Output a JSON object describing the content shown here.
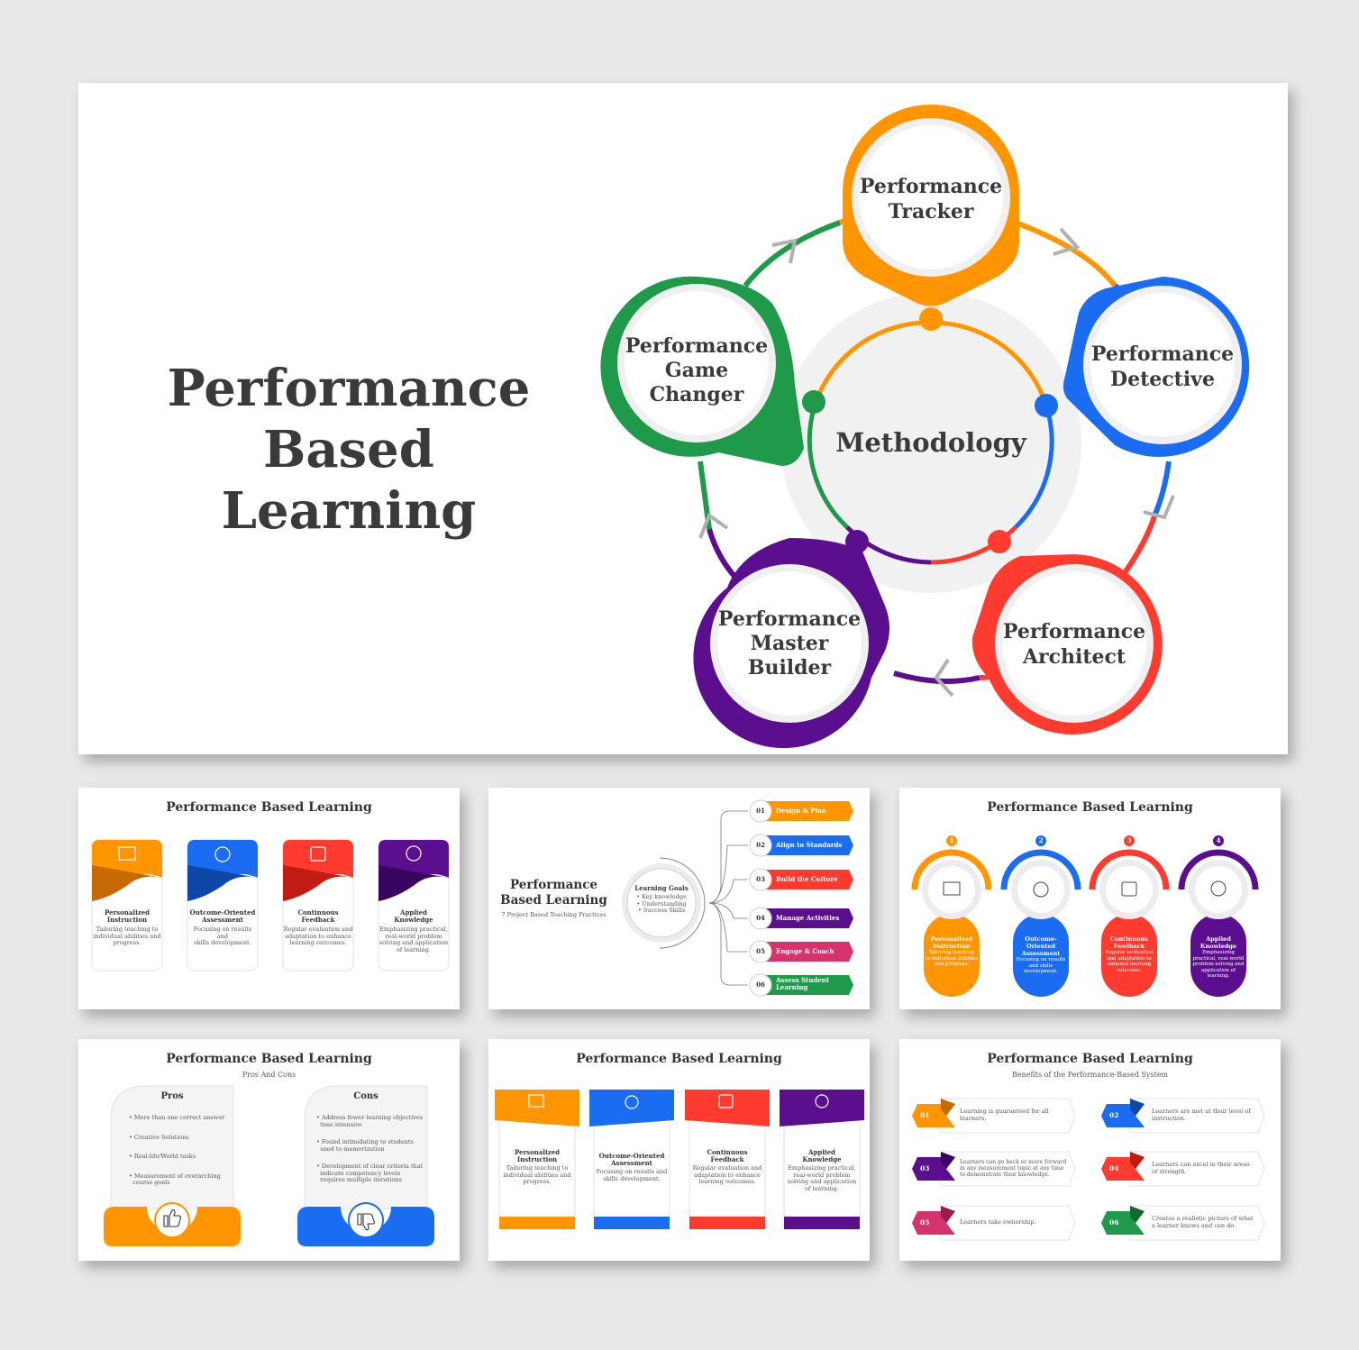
{
  "colors": {
    "orange": "#ff9500",
    "blue": "#1a6cf0",
    "red": "#ff3b30",
    "purple": "#5b0f8f",
    "green": "#1e9a4a",
    "pink": "#d6336c",
    "text": "#3a3a3a"
  },
  "main": {
    "title_line1": "Performance",
    "title_line2": "Based Learning",
    "center": "Methodology",
    "nodes": [
      {
        "line1": "Performance",
        "line2": "Tracker",
        "line3": ""
      },
      {
        "line1": "Performance",
        "line2": "Detective",
        "line3": ""
      },
      {
        "line1": "Performance",
        "line2": "Architect",
        "line3": ""
      },
      {
        "line1": "Performance",
        "line2": "Master",
        "line3": "Builder"
      },
      {
        "line1": "Performance",
        "line2": "Game",
        "line3": "Changer"
      }
    ]
  },
  "s1": {
    "title": "Performance Based Learning",
    "cards": [
      {
        "title1": "Personalized",
        "title2": "Instruction",
        "desc": [
          "Tailoring teaching to",
          "individual abilities and",
          "progress."
        ],
        "icon": "teacher-board-icon"
      },
      {
        "title1": "Outcome-Oriented",
        "title2": "Assessment",
        "desc": [
          "Focusing on results and",
          "skills development."
        ],
        "icon": "target-gears-icon"
      },
      {
        "title1": "Continuous",
        "title2": "Feedback",
        "desc": [
          "Regular evaluation and",
          "adaptation to enhance",
          "learning outcomes."
        ],
        "icon": "feedback-people-icon"
      },
      {
        "title1": "Applied",
        "title2": "Knowledge",
        "desc": [
          "Emphasizing practical,",
          "real-world problem",
          "solving and application",
          "of learning."
        ],
        "icon": "lightbulb-icon"
      }
    ]
  },
  "s2": {
    "title1": "Performance",
    "title2": "Based Learning",
    "subtitle": "7 Project Based Teaching Practices",
    "goals_title": "Learning Goals",
    "goals": [
      "Key knowledge",
      "Understanding",
      "Success Skills"
    ],
    "steps": [
      {
        "num": "01",
        "label": "Design & Plan",
        "label2": ""
      },
      {
        "num": "02",
        "label": "Align to Standards",
        "label2": ""
      },
      {
        "num": "03",
        "label": "Build the Culture",
        "label2": ""
      },
      {
        "num": "04",
        "label": "Manage Activities",
        "label2": ""
      },
      {
        "num": "05",
        "label": "Engage & Coach",
        "label2": ""
      },
      {
        "num": "06",
        "label": "Assess Student",
        "label2": "Learning"
      }
    ]
  },
  "s3": {
    "title": "Performance Based Learning",
    "items": [
      {
        "num": "1",
        "t1": "Personalized",
        "t2": "Instruction",
        "t3": "",
        "desc": [
          "Tailoring teaching",
          "to individual abilities",
          "and progress."
        ]
      },
      {
        "num": "2",
        "t1": "Outcome-",
        "t2": "Oriented",
        "t3": "Assessment",
        "desc": [
          "Focusing on results",
          "and skills",
          "development."
        ]
      },
      {
        "num": "3",
        "t1": "Continuous",
        "t2": "Feedback",
        "t3": "",
        "desc": [
          "Regular evaluation",
          "and adaptation to",
          "enhance learning",
          "outcomes."
        ]
      },
      {
        "num": "4",
        "t1": "Applied",
        "t2": "Knowledge",
        "t3": "",
        "desc": [
          "Emphasizing",
          "practical, real-world",
          "problem-solving and",
          "application of",
          "learning."
        ]
      }
    ]
  },
  "s4": {
    "title": "Performance Based Learning",
    "subtitle": "Pros And Cons",
    "pros_title": "Pros",
    "pros": [
      [
        "More than one correct answer"
      ],
      [
        "Creative Solutions"
      ],
      [
        "Real-life/World tasks"
      ],
      [
        "Measurement of overarching",
        "course goals"
      ]
    ],
    "cons_title": "Cons",
    "cons": [
      [
        "Address fewer learning objectives",
        "time intensive"
      ],
      [
        "Found intimidating to students",
        "used to memorization"
      ],
      [
        "Development of clear criteria that",
        "indicate competency levels",
        "requires multiple iterations"
      ]
    ]
  },
  "s5": {
    "title": "Performance Based Learning",
    "cards": [
      {
        "t1": "Personalized",
        "t2": "Instruction",
        "desc": [
          "Tailoring teaching to",
          "individual abilities and",
          "progress."
        ]
      },
      {
        "t1": "Outcome-Oriented",
        "t2": "Assessment",
        "desc": [
          "Focusing on results and",
          "skills development."
        ]
      },
      {
        "t1": "Continuous",
        "t2": "Feedback",
        "desc": [
          "Regular evaluation and",
          "adaptation to enhance",
          "learning outcomes."
        ]
      },
      {
        "t1": "Applied",
        "t2": "Knowledge",
        "desc": [
          "Emphasizing practical,",
          "real-world problem",
          "solving and application",
          "of learning."
        ]
      }
    ]
  },
  "s6": {
    "title": "Performance Based Learning",
    "subtitle": "Benefits of the Performance-Based System",
    "items": [
      {
        "num": "01",
        "text": [
          "Learning is guaranteed for all",
          "learners."
        ]
      },
      {
        "num": "02",
        "text": [
          "Learners are met at their level of",
          "instruction."
        ]
      },
      {
        "num": "03",
        "text": [
          "Learners can go back or move forward",
          "in any measurement topic at any time",
          "to demonstrate their knowledge."
        ]
      },
      {
        "num": "04",
        "text": [
          "Learners can excel in their areas",
          "of strength."
        ]
      },
      {
        "num": "05",
        "text": [
          "Learners take ownership."
        ]
      },
      {
        "num": "06",
        "text": [
          "Creates a realistic picture of what",
          "a learner knows and can do."
        ]
      }
    ]
  }
}
